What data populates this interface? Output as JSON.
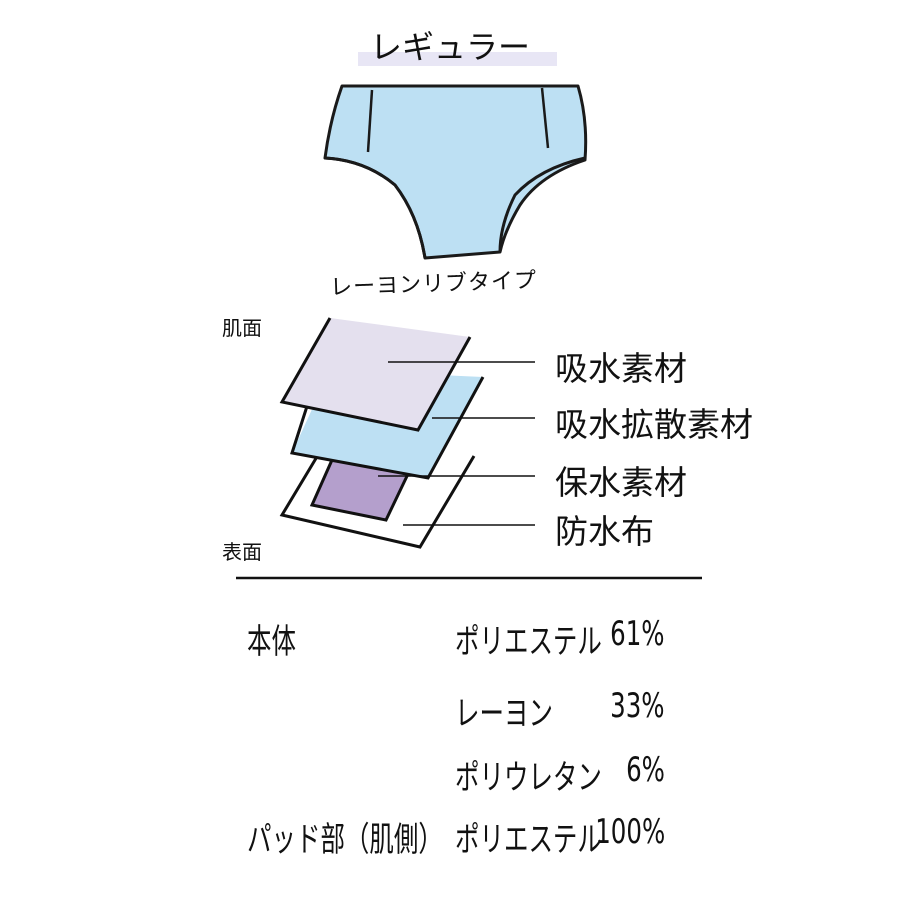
{
  "title": "レギュラー",
  "subtitle": "レーヨンリブタイプ",
  "sides": {
    "top": "肌面",
    "bottom": "表面"
  },
  "layers": [
    "吸水素材",
    "吸水拡散素材",
    "保水素材",
    "防水布"
  ],
  "colors": {
    "garment": "#bde0f3",
    "layer1": "#e4e0ee",
    "layer2": "#bde0f3",
    "layer3": "#b49fcc",
    "title_bar": "#e8e6f5"
  },
  "composition": [
    {
      "part": "本体",
      "material": "ポリエステル",
      "percent": "61%"
    },
    {
      "part": "",
      "material": "レーヨン",
      "percent": "33%"
    },
    {
      "part": "",
      "material": "ポリウレタン",
      "percent": "6%"
    },
    {
      "part": "パッド部（肌側）",
      "material": "ポリエステル",
      "percent": "100%"
    }
  ]
}
